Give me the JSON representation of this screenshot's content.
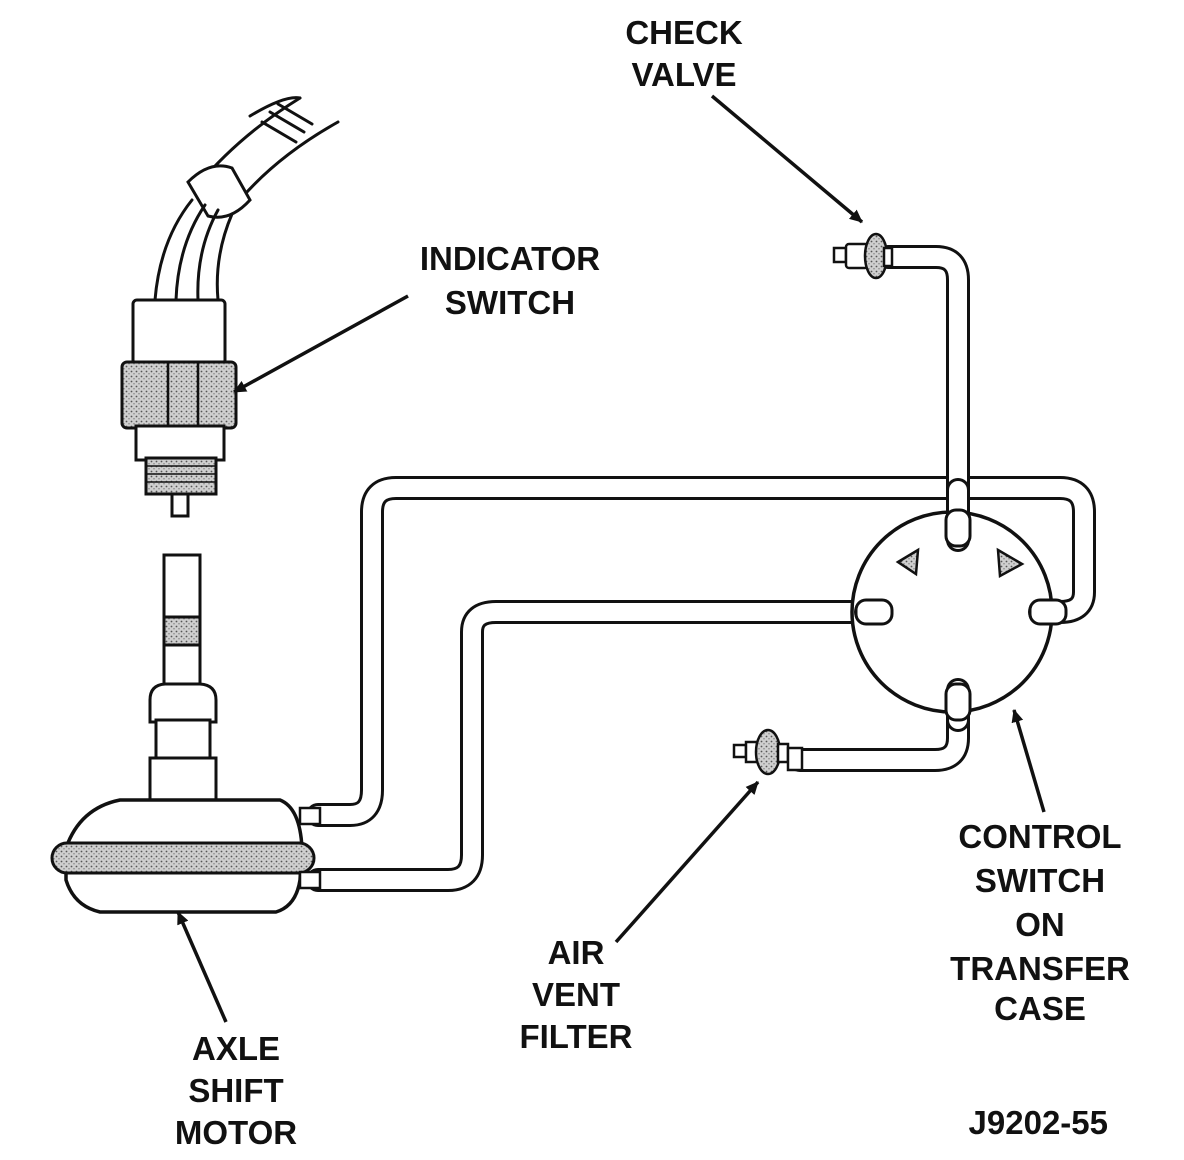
{
  "labels": {
    "check_valve": [
      "CHECK",
      "VALVE"
    ],
    "indicator_switch": [
      "INDICATOR",
      "SWITCH"
    ],
    "control_switch": [
      "CONTROL",
      "SWITCH",
      "ON",
      "TRANSFER",
      "CASE"
    ],
    "air_vent_filter": [
      "AIR",
      "VENT",
      "FILTER"
    ],
    "axle_shift_motor": [
      "AXLE",
      "SHIFT",
      "MOTOR"
    ]
  },
  "figure_ref": "J9202-55"
}
